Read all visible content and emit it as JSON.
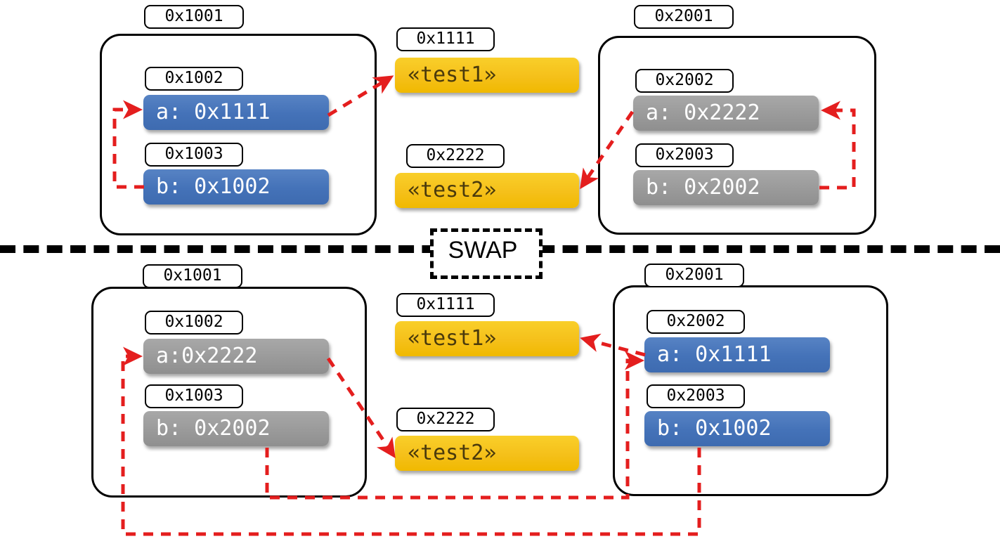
{
  "diagram": {
    "title": "pointer-swap-memory-diagram",
    "divider_label": "SWAP",
    "colors": {
      "pointer_blue": "#4472b8",
      "pointer_gray": "#9a9a9a",
      "string_yellow": "#f5c01a",
      "arrow_red": "#e41e1e",
      "outline_black": "#000000"
    }
  },
  "before": {
    "left_frame": {
      "address": "0x1001",
      "slots": [
        {
          "address": "0x1002",
          "value": "a: 0x1111",
          "style": "blue"
        },
        {
          "address": "0x1003",
          "value": "b: 0x1002",
          "style": "blue"
        }
      ]
    },
    "right_frame": {
      "address": "0x2001",
      "slots": [
        {
          "address": "0x2002",
          "value": "a: 0x2222",
          "style": "gray"
        },
        {
          "address": "0x2003",
          "value": "b: 0x2002",
          "style": "gray"
        }
      ]
    },
    "strings": [
      {
        "address": "0x1111",
        "value": "«test1»",
        "style": "yellow"
      },
      {
        "address": "0x2222",
        "value": "«test2»",
        "style": "yellow"
      }
    ]
  },
  "after": {
    "left_frame": {
      "address": "0x1001",
      "slots": [
        {
          "address": "0x1002",
          "value": "a:0x2222",
          "style": "gray"
        },
        {
          "address": "0x1003",
          "value": "b: 0x2002",
          "style": "gray"
        }
      ]
    },
    "right_frame": {
      "address": "0x2001",
      "slots": [
        {
          "address": "0x2002",
          "value": "a: 0x1111",
          "style": "blue"
        },
        {
          "address": "0x2003",
          "value": "b: 0x1002",
          "style": "blue"
        }
      ]
    },
    "strings": [
      {
        "address": "0x1111",
        "value": "«test1»",
        "style": "yellow"
      },
      {
        "address": "0x2222",
        "value": "«test2»",
        "style": "yellow"
      }
    ]
  }
}
